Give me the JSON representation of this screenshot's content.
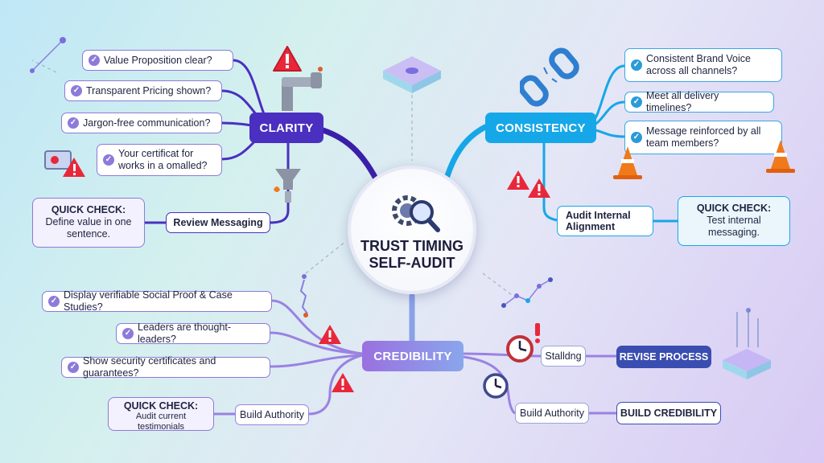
{
  "center": {
    "title": "TRUST TIMING\nSELF-AUDIT"
  },
  "clarity": {
    "label": "CLARITY",
    "items": [
      "Value Proposition clear?",
      "Transparent Pricing shown?",
      "Jargon-free communication?",
      "Your certificat for works in a omalled?"
    ],
    "quick_check_title": "QUICK CHECK:",
    "quick_check_text": "Define value in one sentence.",
    "action": "Review Messaging"
  },
  "consistency": {
    "label": "CONSISTENCY",
    "items": [
      "Consistent Brand Voice across all channels?",
      "Meet all delivery timelines?",
      "Message reinforced by all team members?"
    ],
    "action": "Audit Internal Alignment",
    "quick_check_title": "QUICK CHECK:",
    "quick_check_text": "Test internal messaging."
  },
  "credibility": {
    "label": "CREDIBILITY",
    "items": [
      "Display verifiable Social Proof & Case Studies?",
      "Leaders are thought-leaders?",
      "Show security certificates and guarantees?"
    ],
    "quick_check_title": "QUICK CHECK:",
    "quick_check_text": "Audit current testimonials",
    "action_left": "Build Authority",
    "stalling": "Stalldng",
    "revise": "REVISE PROCESS",
    "build_authority": "Build Authority",
    "build_credibility": "BUILD CREDIBILITY"
  },
  "colors": {
    "clarity": "#4a2fc0",
    "consistency": "#16a7e8",
    "credibility": "#9a7ee0",
    "warning": "#e8283a"
  }
}
